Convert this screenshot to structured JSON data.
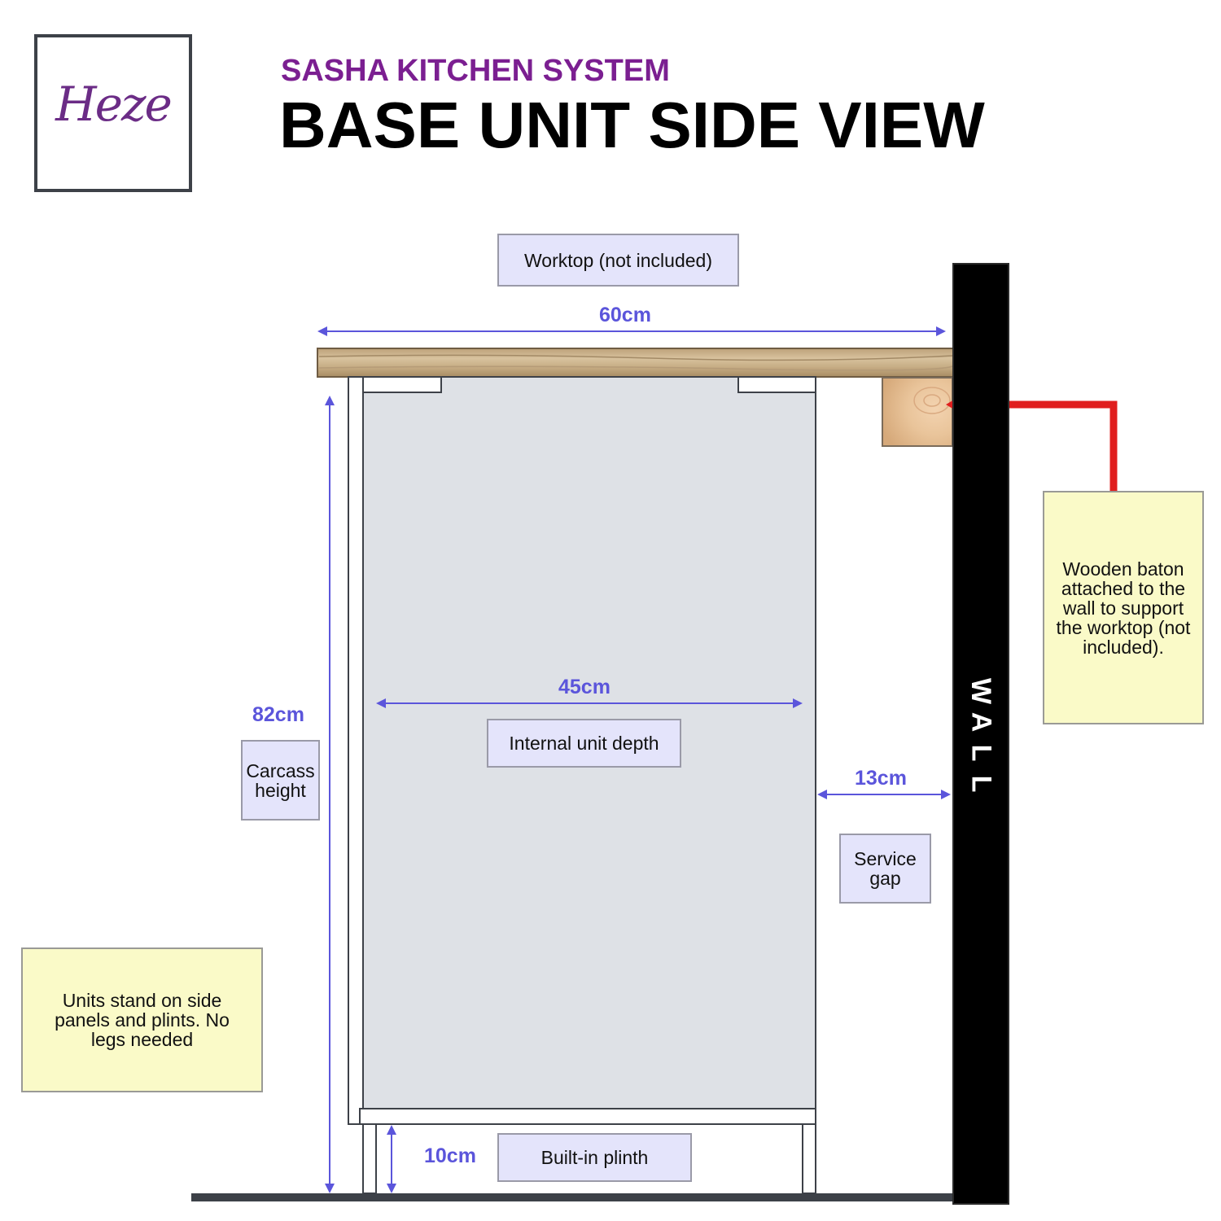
{
  "logo": {
    "text": "Heze"
  },
  "header": {
    "subtitle": "SASHA KITCHEN SYSTEM",
    "title": "BASE UNIT SIDE VIEW"
  },
  "labels": {
    "worktop": "Worktop (not included)",
    "internal_depth": "Internal unit depth",
    "carcass_height": "Carcass height",
    "service_gap": "Service gap",
    "plinth": "Built-in plinth"
  },
  "dimensions": {
    "worktop_width": "60cm",
    "internal_depth": "45cm",
    "carcass_height": "82cm",
    "service_gap": "13cm",
    "plinth_height": "10cm"
  },
  "notes": {
    "baton": "Wooden baton attached to the wall to support the worktop (not included).",
    "legs": "Units stand on side panels and plints. No legs needed"
  },
  "wall": {
    "label": "WALL"
  },
  "colors": {
    "dimension": "#5b55db",
    "label_fill": "#e4e4fb",
    "note_fill": "#fafac8",
    "cabinet_fill": "#dee1e6",
    "wall": "#000000",
    "pointer": "#e01e1e",
    "brand": "#7b1f91"
  }
}
